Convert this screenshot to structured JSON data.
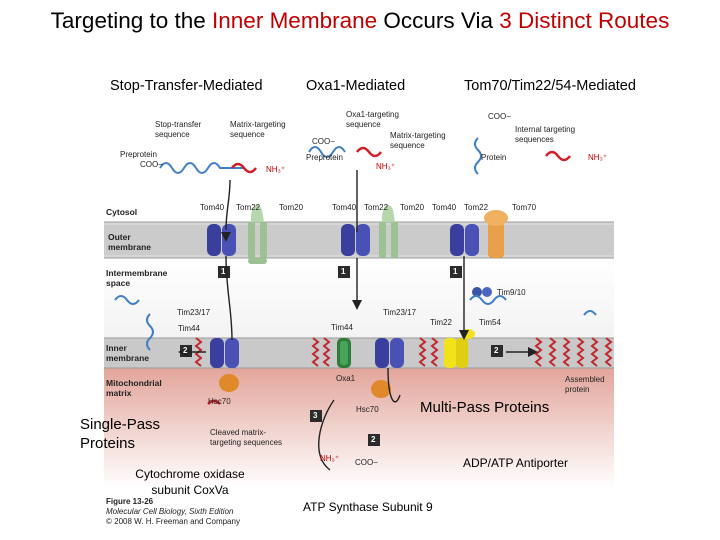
{
  "title": {
    "part1": "Targeting to the ",
    "part2": "Inner Membrane",
    "part3": " Occurs Via ",
    "part4": "3 Distinct Routes"
  },
  "routes": [
    "Stop-Transfer-Mediated",
    "Oxa1-Mediated",
    "Tom70/Tim22/54-Mediated"
  ],
  "regions": {
    "cytosol": "Cytosol",
    "outer_membrane": "Outer membrane",
    "intermembrane_space": "Intermembrane space",
    "inner_membrane": "Inner membrane",
    "matrix": "Mitochondrial matrix"
  },
  "labels": {
    "stop_transfer": "Stop-transfer sequence",
    "matrix_targeting": "Matrix-targeting sequence",
    "preprotein_left": "Preprotein",
    "coo_left": "COO−",
    "nh3_left": "NH₃⁺",
    "oxa1_targeting": "Oxa1-targeting sequence",
    "coo_mid": "COO−",
    "matrix_targeting_mid": "Matrix-targeting sequence",
    "preprotein_mid": "Preprotein",
    "nh3_mid": "NH₃⁺",
    "coo_right": "COO−",
    "internal_targeting": "Internal targeting sequences",
    "protein_right": "Protein",
    "nh3_right": "NH₃⁺",
    "tom40_a": "Tom40",
    "tom22_a": "Tom22",
    "tom20_a": "Tom20",
    "tom40_b": "Tom40",
    "tom22_b": "Tom22",
    "tom20_b": "Tom20",
    "tom40_c": "Tom40",
    "tom22_c": "Tom22",
    "tom70": "Tom70",
    "tim9_10": "Tim9/10",
    "tim23_17_a": "Tim23/17",
    "tim44_a": "Tim44",
    "tim23_17_b": "Tim23/17",
    "tim44_b": "Tim44",
    "tim22": "Tim22",
    "tim54": "Tim54",
    "oxa1": "Oxa1",
    "hsc70_a": "Hsc70",
    "hsc70_b": "Hsc70",
    "cleaved": "Cleaved matrix-targeting sequences",
    "assembled": "Assembled protein",
    "nh3_bottom": "NH₃⁺",
    "coo_bottom": "COO−",
    "figure_ref": "Figure 13-26",
    "book": "Molecular Cell Biology, Sixth Edition",
    "copyright": "© 2008 W. H. Freeman and Company"
  },
  "steps": [
    "1",
    "2",
    "1",
    "2",
    "3",
    "1",
    "2"
  ],
  "captions": {
    "single_pass": "Single-Pass Proteins",
    "multi_pass": "Multi-Pass Proteins",
    "cox": "Cytochrome oxidase subunit CoxVa",
    "adp": "ADP/ATP Antiporter",
    "atp": "ATP Synthase Subunit 9"
  },
  "colors": {
    "accent_red": "#c00000",
    "tom_blue": "#3a3f9e",
    "tim_green": "#8fb88a",
    "matrix_pink": "#e9b8ae",
    "hsc70_orange": "#e0892a",
    "tim22_yellow": "#f2e21a",
    "oxa1_green": "#2f7d3a"
  }
}
